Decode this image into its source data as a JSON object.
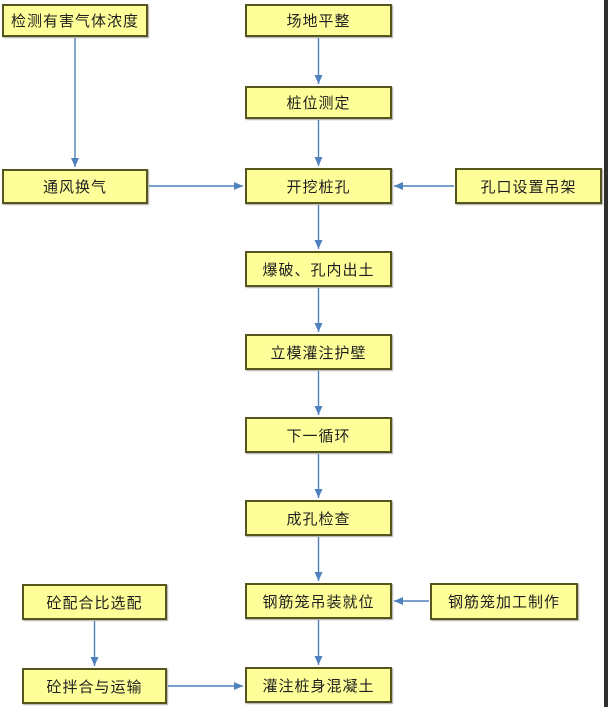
{
  "colors": {
    "background": "#ffffff",
    "node_fill": "#ffff99",
    "node_border": "#55551e",
    "arrow_color": "#4f81bd",
    "text_color": "#1f1f1f",
    "edge_strip": "#2f2f2f"
  },
  "flowchart": {
    "nodes": [
      {
        "id": "detect-gas",
        "label": "检测有害气体浓度"
      },
      {
        "id": "site-leveling",
        "label": "场地平整"
      },
      {
        "id": "pile-position-survey",
        "label": "桩位测定"
      },
      {
        "id": "ventilation",
        "label": "通风换气"
      },
      {
        "id": "excavate-pile-hole",
        "label": "开挖桩孔"
      },
      {
        "id": "hole-mouth-hanger",
        "label": "孔口设置吊架"
      },
      {
        "id": "blasting-mucking",
        "label": "爆破、孔内出土"
      },
      {
        "id": "formwork-lining",
        "label": "立模灌注护壁"
      },
      {
        "id": "next-cycle",
        "label": "下一循环"
      },
      {
        "id": "hole-inspection",
        "label": "成孔检查"
      },
      {
        "id": "concrete-mix-ratio",
        "label": "砼配合比选配"
      },
      {
        "id": "rebar-cage-hoisting",
        "label": "钢筋笼吊装就位"
      },
      {
        "id": "rebar-cage-fabrication",
        "label": "钢筋笼加工制作"
      },
      {
        "id": "concrete-mixing-transport",
        "label": "砼拌合与运输"
      },
      {
        "id": "pour-pile-concrete",
        "label": "灌注桩身混凝土"
      }
    ],
    "edges": [
      {
        "from": "场地平整",
        "to": "桩位测定"
      },
      {
        "from": "桩位测定",
        "to": "开挖桩孔"
      },
      {
        "from": "检测有害气体浓度",
        "to": "通风换气"
      },
      {
        "from": "通风换气",
        "to": "开挖桩孔"
      },
      {
        "from": "孔口设置吊架",
        "to": "开挖桩孔"
      },
      {
        "from": "开挖桩孔",
        "to": "爆破、孔内出土"
      },
      {
        "from": "爆破、孔内出土",
        "to": "立模灌注护壁"
      },
      {
        "from": "立模灌注护壁",
        "to": "下一循环"
      },
      {
        "from": "下一循环",
        "to": "成孔检查"
      },
      {
        "from": "成孔检查",
        "to": "钢筋笼吊装就位"
      },
      {
        "from": "钢筋笼加工制作",
        "to": "钢筋笼吊装就位"
      },
      {
        "from": "钢筋笼吊装就位",
        "to": "灌注桩身混凝土"
      },
      {
        "from": "砼配合比选配",
        "to": "砼拌合与运输"
      },
      {
        "from": "砼拌合与运输",
        "to": "灌注桩身混凝土"
      }
    ]
  }
}
